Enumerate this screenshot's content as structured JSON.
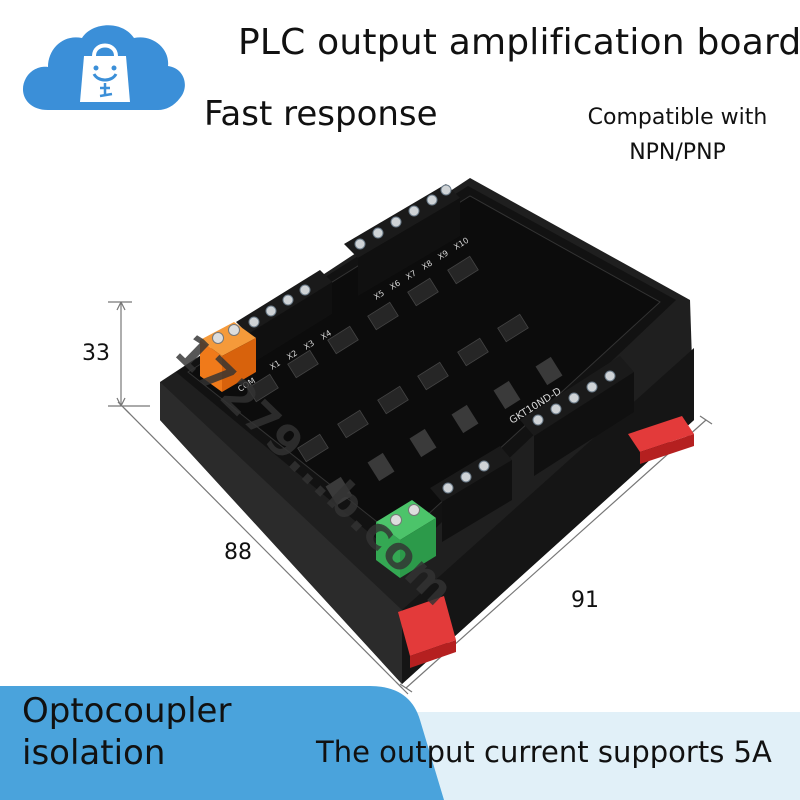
{
  "header": {
    "title": "PLC output amplification board",
    "feature_fast": "Fast response",
    "feature_compat_line1": "Compatible with",
    "feature_compat_line2": "NPN/PNP"
  },
  "dimensions": {
    "height": "33",
    "depth": "88",
    "width": "91"
  },
  "board": {
    "terminal_labels_left": [
      "COM",
      "X1",
      "X2",
      "X3",
      "X4"
    ],
    "terminal_labels_right": [
      "X5",
      "X6",
      "X7",
      "X8",
      "X9",
      "X10"
    ],
    "model_label": "GKT10ND-D"
  },
  "watermark": "17279...b.com",
  "footer": {
    "left_line1": "Optocoupler",
    "left_line2": "isolation",
    "right": "The output current supports 5A"
  },
  "colors": {
    "cloud": "#3b8fd8",
    "banner_left": "#4aa3dc",
    "banner_right": "#e1f0f8",
    "board": "#1b1b1b",
    "orange_terminal": "#f07a1a",
    "green_terminal": "#34a853",
    "din_clip": "#e33a3a"
  }
}
